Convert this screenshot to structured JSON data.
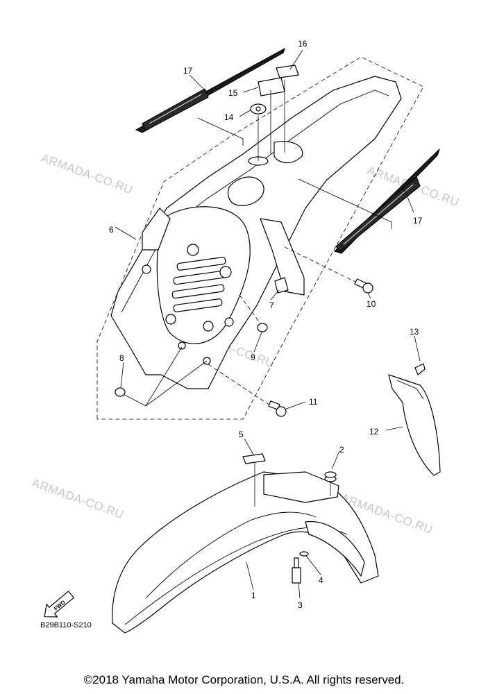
{
  "watermark": "ARMADA-CO.RU",
  "diagram_code": "B29B110-S210",
  "fwd_label": "FWD",
  "copyright": "©2018 Yamaha Motor Corporation, U.S.A. All rights reserved.",
  "callouts": {
    "c1": "1",
    "c2": "2",
    "c3": "3",
    "c4": "4",
    "c5": "5",
    "c6": "6",
    "c7": "7",
    "c8": "8",
    "c9": "9",
    "c10": "10",
    "c11": "11",
    "c12": "12",
    "c13": "13",
    "c14": "14",
    "c15": "15",
    "c16": "16",
    "c17a": "17",
    "c17b": "17"
  }
}
